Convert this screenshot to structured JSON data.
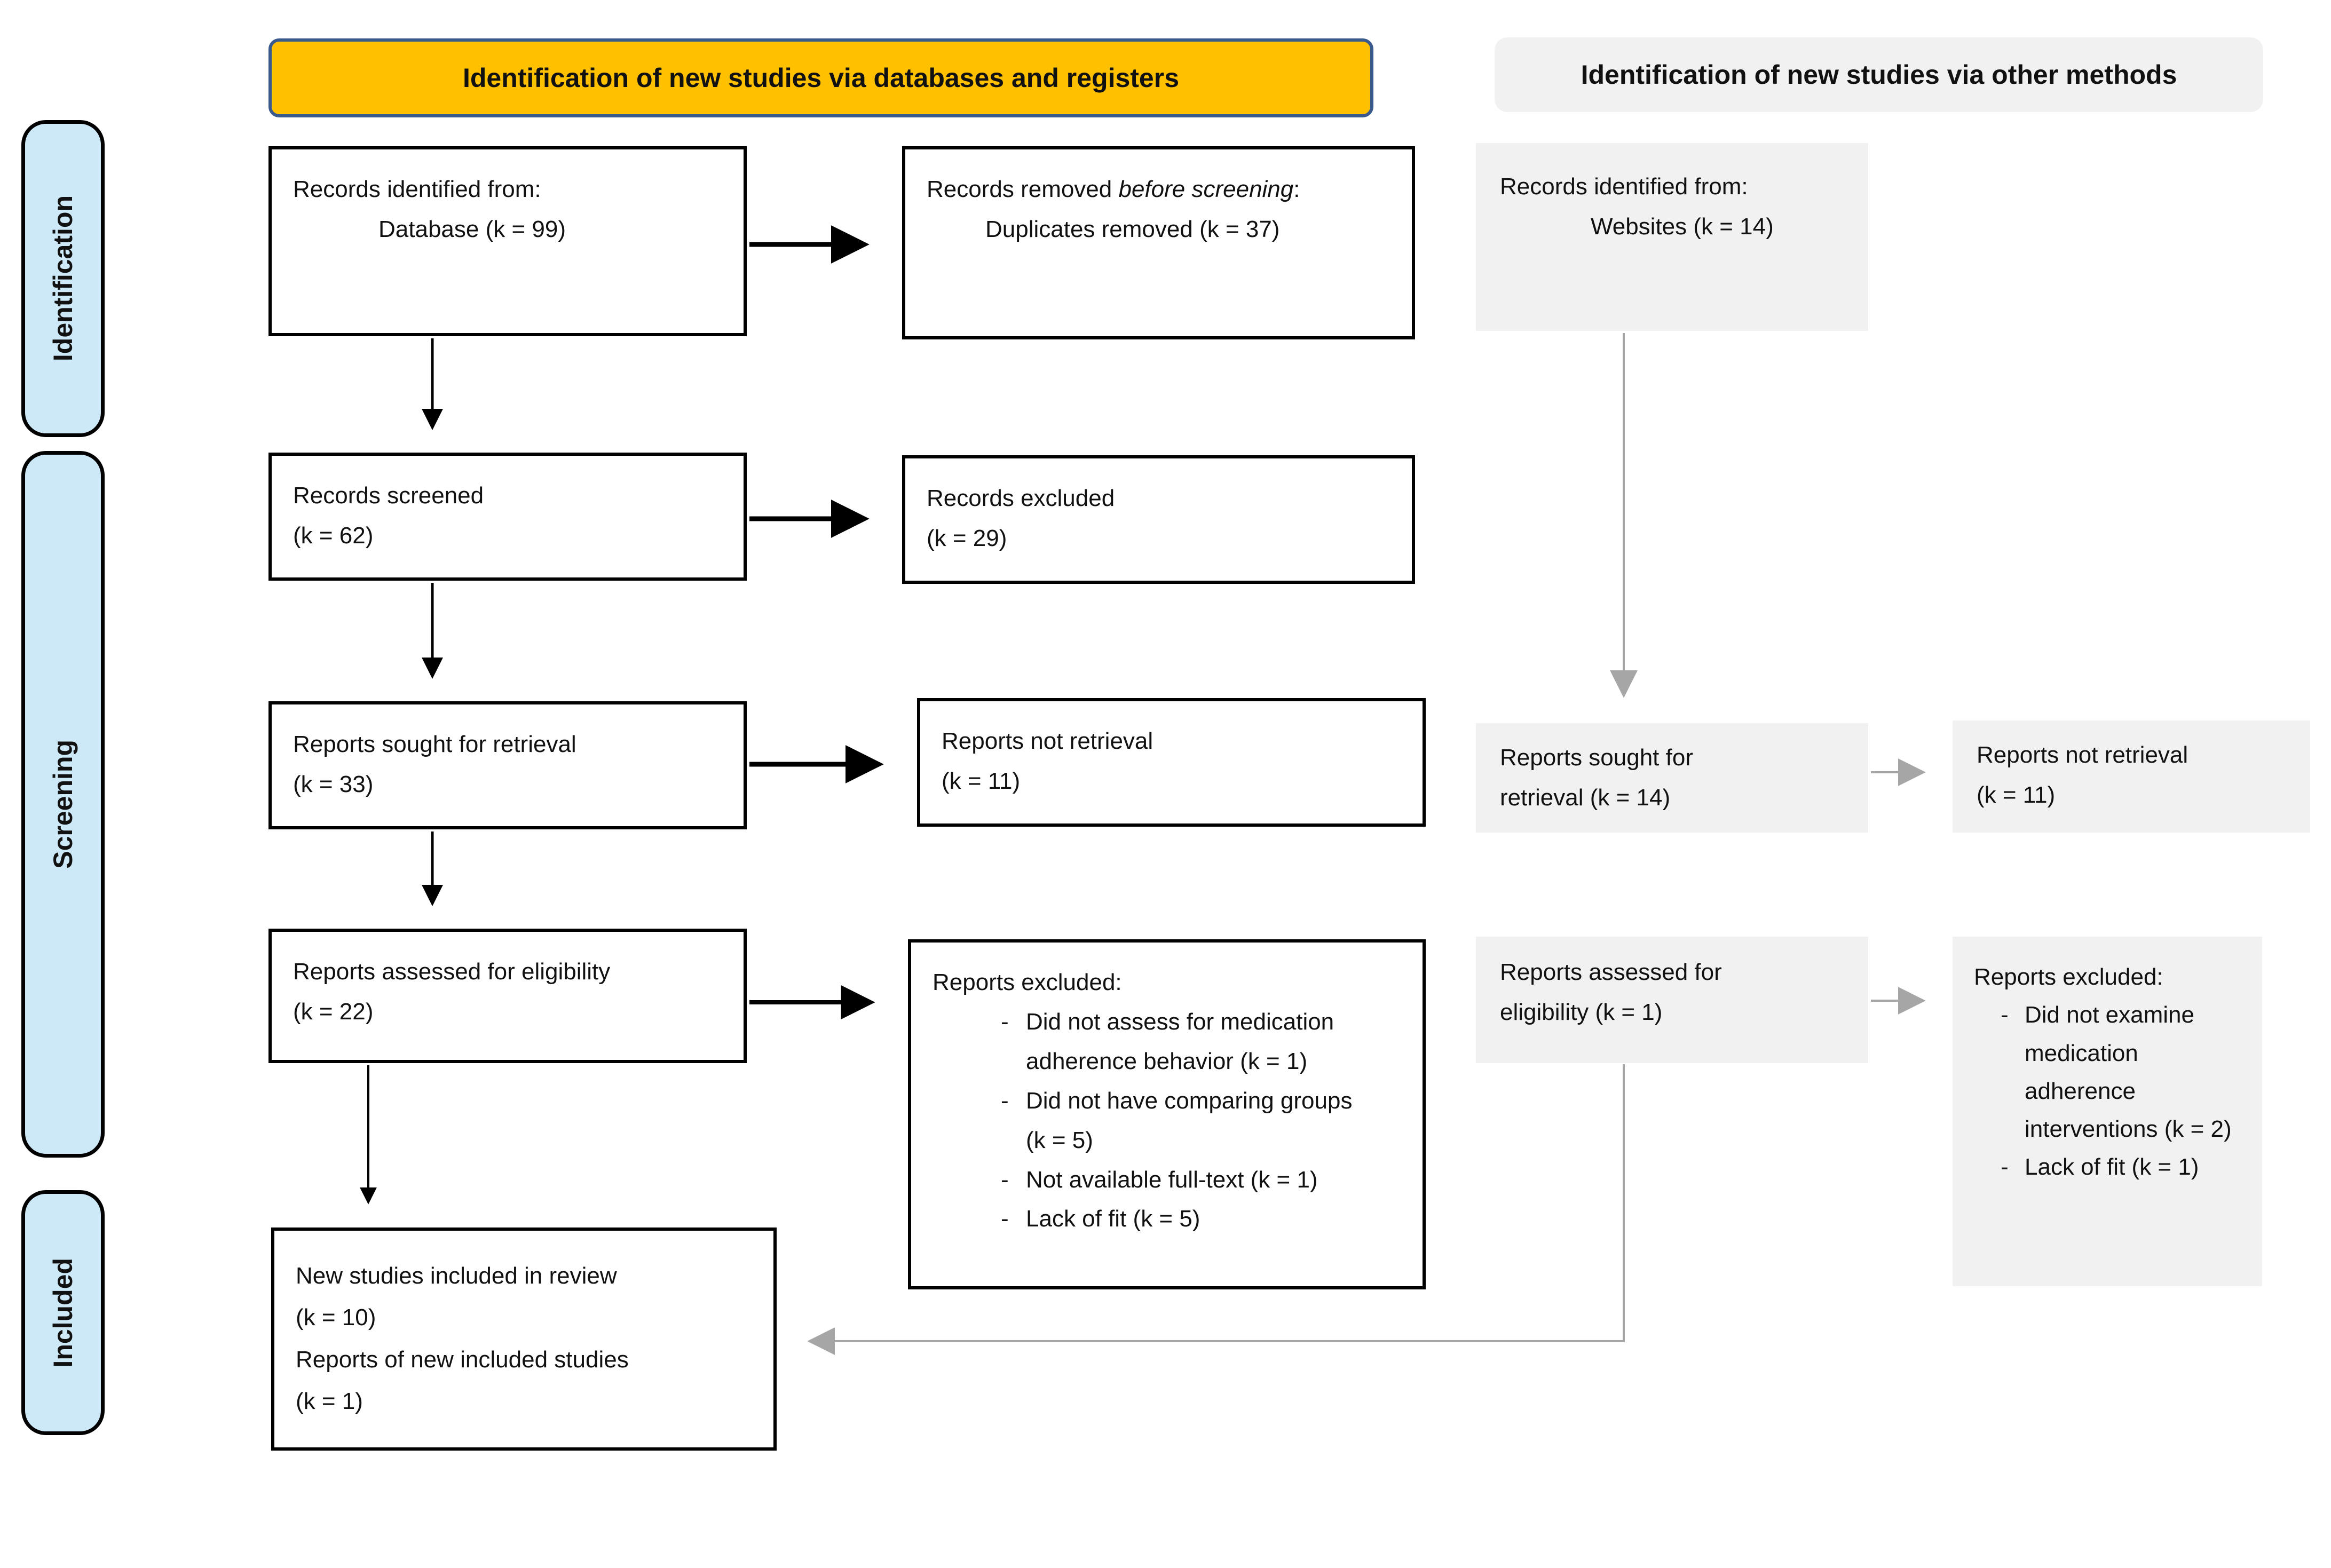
{
  "colors": {
    "orange": "#FFC000",
    "orange_border": "#3A5A8C",
    "gray_box": "#F1F1F1",
    "arrow_gray": "#A6A6A6",
    "sidebar_blue": "#CDE9F8",
    "ink": "#111111"
  },
  "headers": {
    "databases": "Identification of new studies via databases and registers",
    "other_methods": "Identification of new studies via other methods"
  },
  "stages": {
    "identification": "Identification",
    "screening": "Screening",
    "included": "Included"
  },
  "left_column": {
    "records_identified": {
      "line1": "Records identified from:",
      "line2": "Database (k = 99)"
    },
    "records_removed": {
      "line1_prefix": "Records removed ",
      "line1_italic": "before screening",
      "line1_suffix": ":",
      "line2": "Duplicates removed (k = 37)"
    },
    "records_screened": {
      "line1": "Records screened",
      "line2": "(k = 62)"
    },
    "records_excluded": {
      "line1": "Records excluded",
      "line2": "(k = 29)"
    },
    "reports_sought": {
      "line1": "Reports sought for retrieval",
      "line2": "(k = 33)"
    },
    "reports_not_retrieved": {
      "line1": "Reports not retrieval",
      "line2": "(k = 11)"
    },
    "reports_assessed": {
      "line1": "Reports assessed for eligibility",
      "line2": "(k = 22)"
    },
    "reports_excluded": {
      "title": "Reports excluded:",
      "items": [
        "Did not assess for medication adherence behavior (k = 1)",
        "Did not have comparing groups (k = 5)",
        "Not available full-text (k = 1)",
        "Lack of fit (k = 5)"
      ]
    },
    "new_studies_included": {
      "line1": "New studies included in review",
      "line2": "(k = 10)",
      "line3": "Reports of new included studies",
      "line4": "(k = 1)"
    }
  },
  "right_column": {
    "records_identified": {
      "line1": "Records identified from:",
      "line2": "Websites (k = 14)"
    },
    "reports_sought": {
      "line1": "Reports sought for",
      "line2": "retrieval (k = 14)"
    },
    "reports_not_retrieved": {
      "line1": "Reports not retrieval",
      "line2": "(k = 11)"
    },
    "reports_assessed": {
      "line1": "Reports assessed for",
      "line2": "eligibility (k = 1)"
    },
    "reports_excluded": {
      "title": "Reports excluded:",
      "items": [
        "Did not examine medication adherence interventions (k = 2)",
        "Lack of fit (k = 1)"
      ]
    }
  }
}
